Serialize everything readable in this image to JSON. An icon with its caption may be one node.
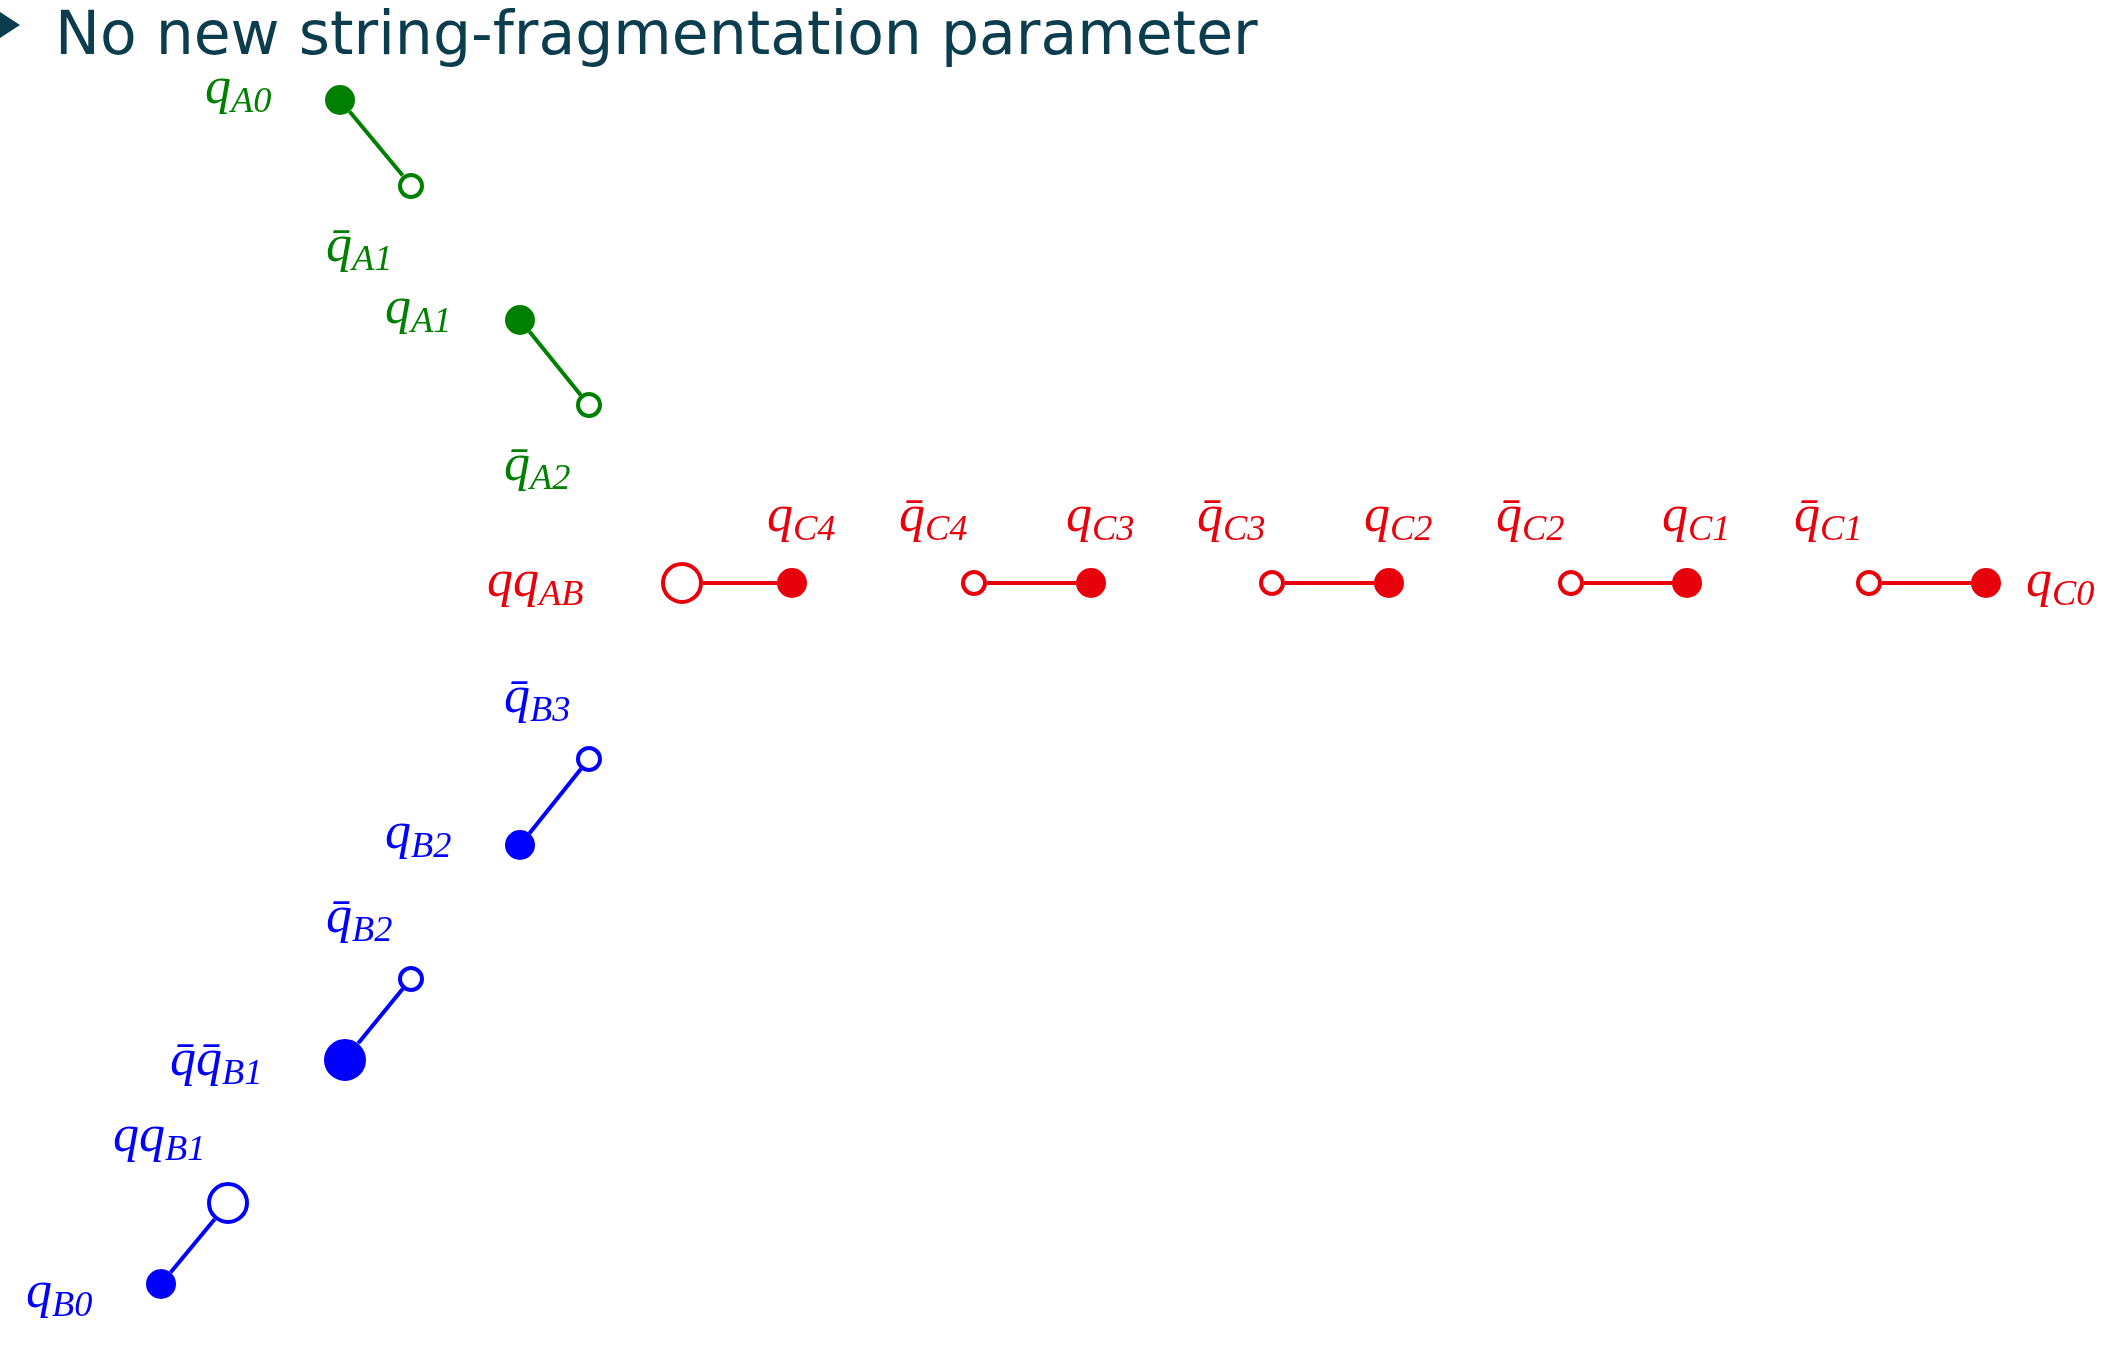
{
  "diagram": {
    "labels": [
      "No new string-fragmentation parameter"
    ],
    "nodes": [
      {
        "text": [],
        "shape": "circle",
        "beside": [
          "q$_{A0}$"
        ]
      },
      {
        "text": [],
        "shape": "circle",
        "beside": [
          "q̄$_{A1}$"
        ]
      },
      {
        "text": [],
        "shape": "circle",
        "beside": [
          "q$_{A1}$"
        ]
      },
      {
        "text": [],
        "shape": "circle",
        "beside": [
          "q̄$_{A2}$"
        ]
      },
      {
        "text": [],
        "shape": "circle",
        "beside": [
          "qq$_{AB}$"
        ]
      },
      {
        "text": [],
        "shape": "circle",
        "beside": [
          "q$_{C4}$"
        ]
      },
      {
        "text": [],
        "shape": "circle",
        "beside": [
          "q̄$_{C4}$"
        ]
      },
      {
        "text": [],
        "shape": "circle",
        "beside": [
          "q$_{C3}$"
        ]
      },
      {
        "text": [],
        "shape": "circle",
        "beside": [
          "q̄$_{C3}$"
        ]
      },
      {
        "text": [],
        "shape": "circle",
        "beside": [
          "q$_{C2}$"
        ]
      },
      {
        "text": [],
        "shape": "circle",
        "beside": [
          "q̄$_{C2}$"
        ]
      },
      {
        "text": [],
        "shape": "circle",
        "beside": [
          "q$_{C1}$"
        ]
      },
      {
        "text": [],
        "shape": "circle",
        "beside": [
          "q̄$_{C1}$"
        ]
      },
      {
        "text": [],
        "shape": "circle",
        "beside": [
          "q$_{C0}$"
        ]
      },
      {
        "text": [],
        "shape": "circle",
        "beside": [
          "q̄$_{B3}$"
        ]
      },
      {
        "text": [],
        "shape": "circle",
        "beside": [
          "q$_{B2}$"
        ]
      },
      {
        "text": [],
        "shape": "circle",
        "beside": [
          "q̄$_{B2}$"
        ]
      },
      {
        "text": [],
        "shape": "circle",
        "beside": [
          "q̄q̄$_{B1}$"
        ]
      },
      {
        "text": [],
        "shape": "circle",
        "beside": [
          "qq$_{B1}$"
        ]
      },
      {
        "text": [],
        "shape": "circle",
        "beside": [
          "q$_{B0}$"
        ]
      }
    ],
    "edges": [
      {
        "from": 0,
        "to": 1,
        "arrow": "none",
        "color": "#008000"
      },
      {
        "from": 2,
        "to": 3,
        "arrow": "none",
        "color": "#008000"
      },
      {
        "from": 4,
        "to": 5,
        "arrow": "none"
      },
      {
        "from": 6,
        "to": 7,
        "arrow": "none"
      },
      {
        "from": 8,
        "to": 9,
        "arrow": "none"
      },
      {
        "from": 10,
        "to": 11,
        "arrow": "none"
      },
      {
        "from": 12,
        "to": 13,
        "arrow": "none"
      },
      {
        "from": 14,
        "to": 15,
        "arrow": "none",
        "color": "#0000ff"
      },
      {
        "from": 16,
        "to": 17,
        "arrow": "none",
        "color": "#0000ff"
      },
      {
        "from": 18,
        "to": 19,
        "arrow": "none",
        "color": "#0000ff"
      }
    ]
  }
}
